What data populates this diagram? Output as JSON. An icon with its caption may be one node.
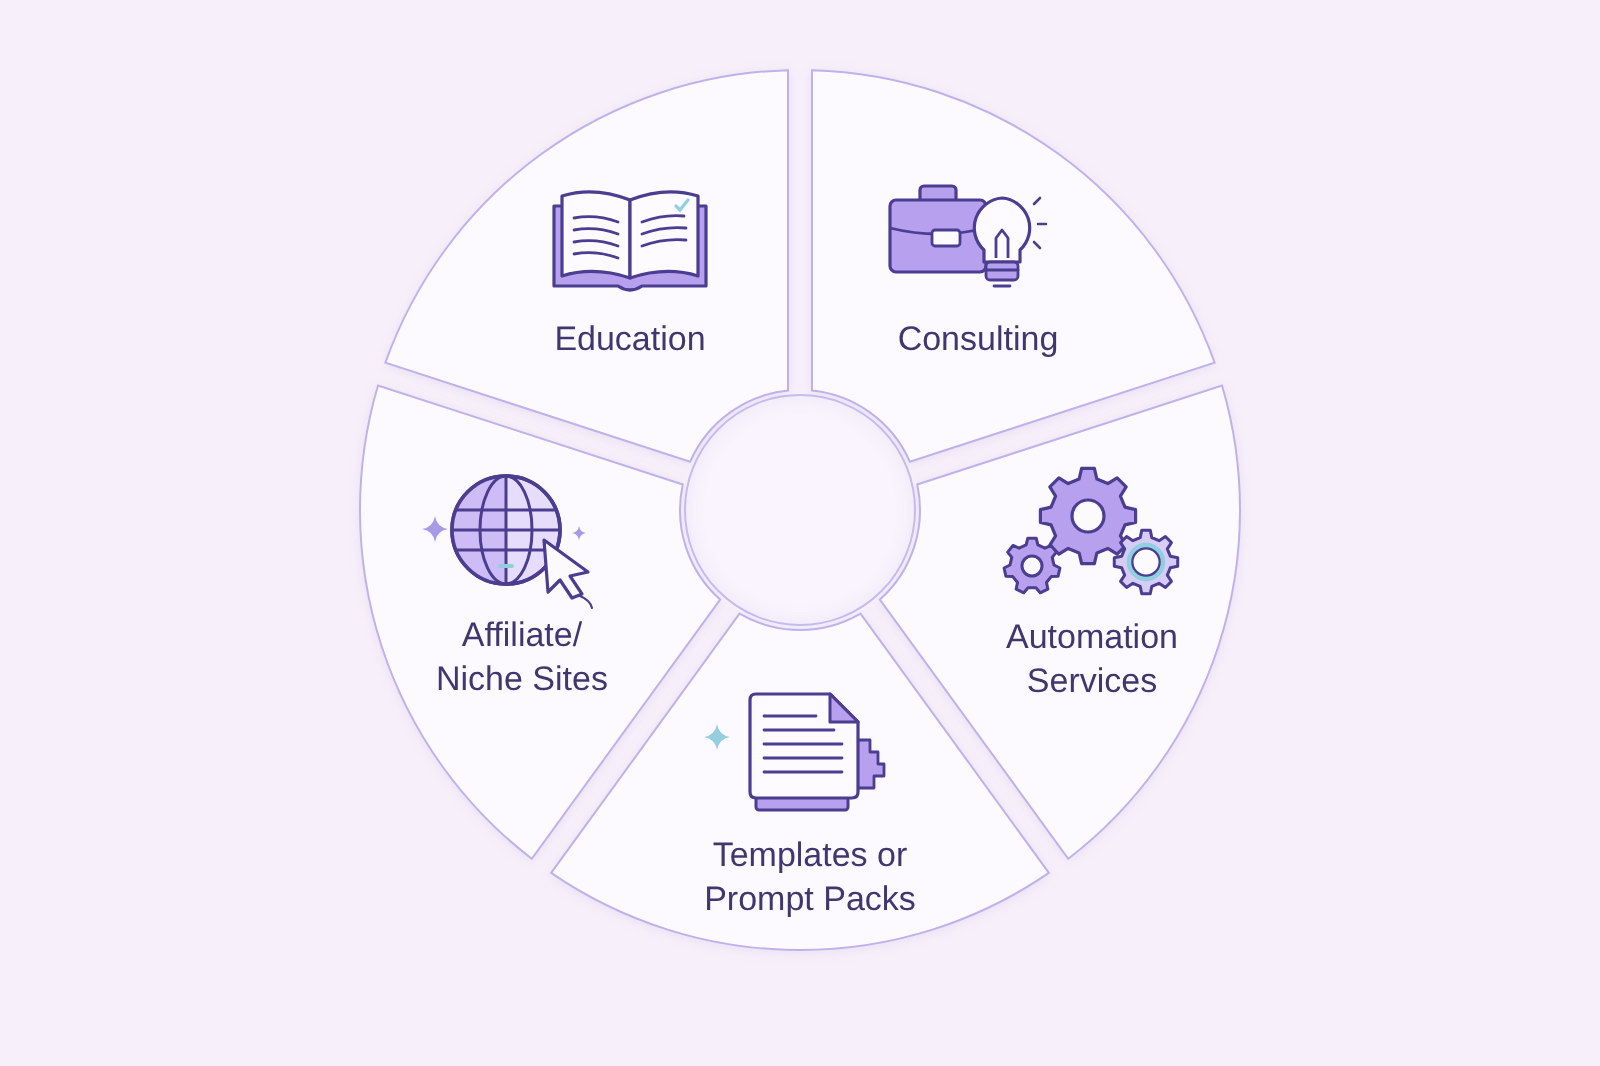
{
  "diagram": {
    "nodes": [
      {
        "text": [
          "Education"
        ]
      },
      {
        "text": [
          "Consulting"
        ]
      },
      {
        "text": [
          "Automation Services"
        ]
      },
      {
        "text": [
          "Templates or Prompt Packs"
        ]
      },
      {
        "text": [
          "Affiliate/ Niche Sites"
        ]
      },
      {
        "text": [],
        "shape": "circle"
      }
    ]
  }
}
